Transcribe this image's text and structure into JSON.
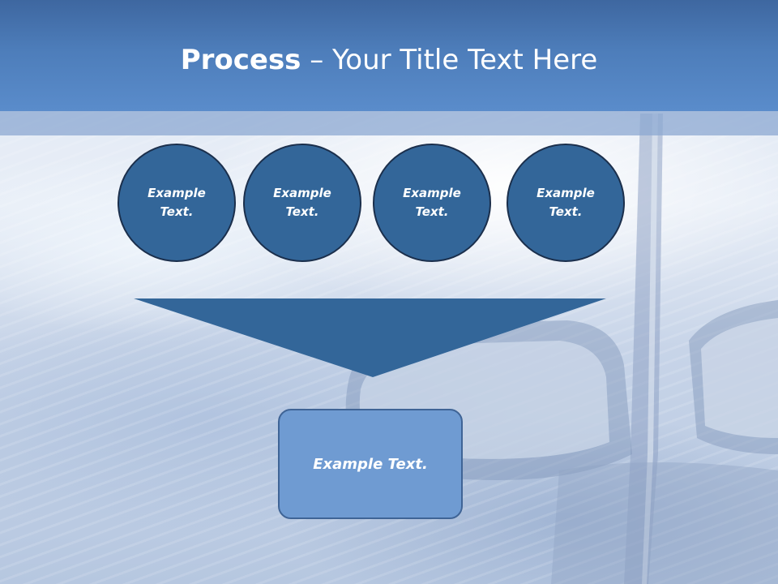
{
  "slide": {
    "title_bold": "Process",
    "title_rest": " – Your Title Text Here"
  },
  "circles": [
    {
      "line1": "Example",
      "line2": "Text."
    },
    {
      "line1": "Example",
      "line2": "Text."
    },
    {
      "line1": "Example",
      "line2": "Text."
    },
    {
      "line1": "Example",
      "line2": "Text."
    }
  ],
  "result_box": {
    "label": "Example Text."
  },
  "colors": {
    "header": "#4d7dba",
    "circle_fill": "#336699",
    "circle_border": "#1b2f4c",
    "funnel_fill": "#336699",
    "result_fill": "#6f9bd2",
    "result_border": "#3f6496"
  }
}
